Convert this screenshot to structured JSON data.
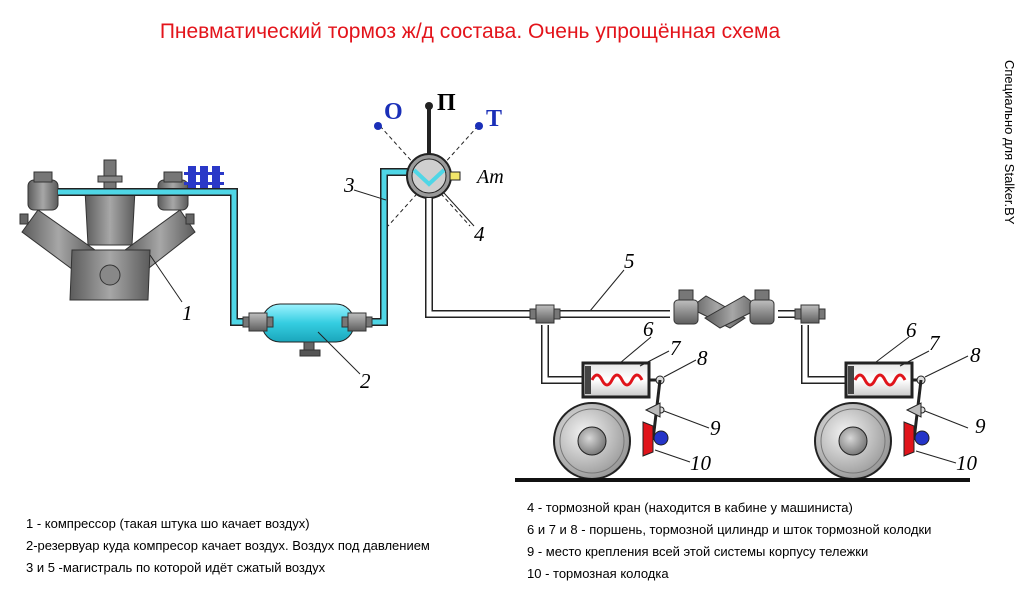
{
  "title": "Пневматический тормоз ж/д состава. Очень упрощённая схема",
  "credit": "Специально для Stalker.BY",
  "valve_positions": {
    "o": "O",
    "p": "П",
    "t": "Т",
    "at": "Aт"
  },
  "callouts": {
    "n1": "1",
    "n2": "2",
    "n3": "3",
    "n4": "4",
    "n5": "5",
    "n6a": "6",
    "n7a": "7",
    "n8a": "8",
    "n9a": "9",
    "n10a": "10",
    "n6b": "6",
    "n7b": "7",
    "n8b": "8",
    "n9b": "9",
    "n10b": "10"
  },
  "legend_left": [
    "1 - компрессор (такая штука шо качает воздух)",
    "2-резервуар куда компресор качает воздух. Воздух под давлением",
    "3 и 5 -магистраль по которой идёт сжатый воздух"
  ],
  "legend_right": [
    "4 - тормозной кран (находится в кабине у машиниста)",
    "6 и 7 и 8 - поршень, тормозной цилиндр и шток тормозной колодки",
    "9 - место крепления всей этой системы корпусу тележки",
    "10 - тормозная колодка"
  ],
  "colors": {
    "title": "#e3141b",
    "compressed_air": "#4fd6e6",
    "pipe": "#ffffff",
    "spring": "#e0141b",
    "pad_red": "#e0141b",
    "pad_blue": "#2434c8",
    "valve_dot": "#1a2fb8"
  }
}
